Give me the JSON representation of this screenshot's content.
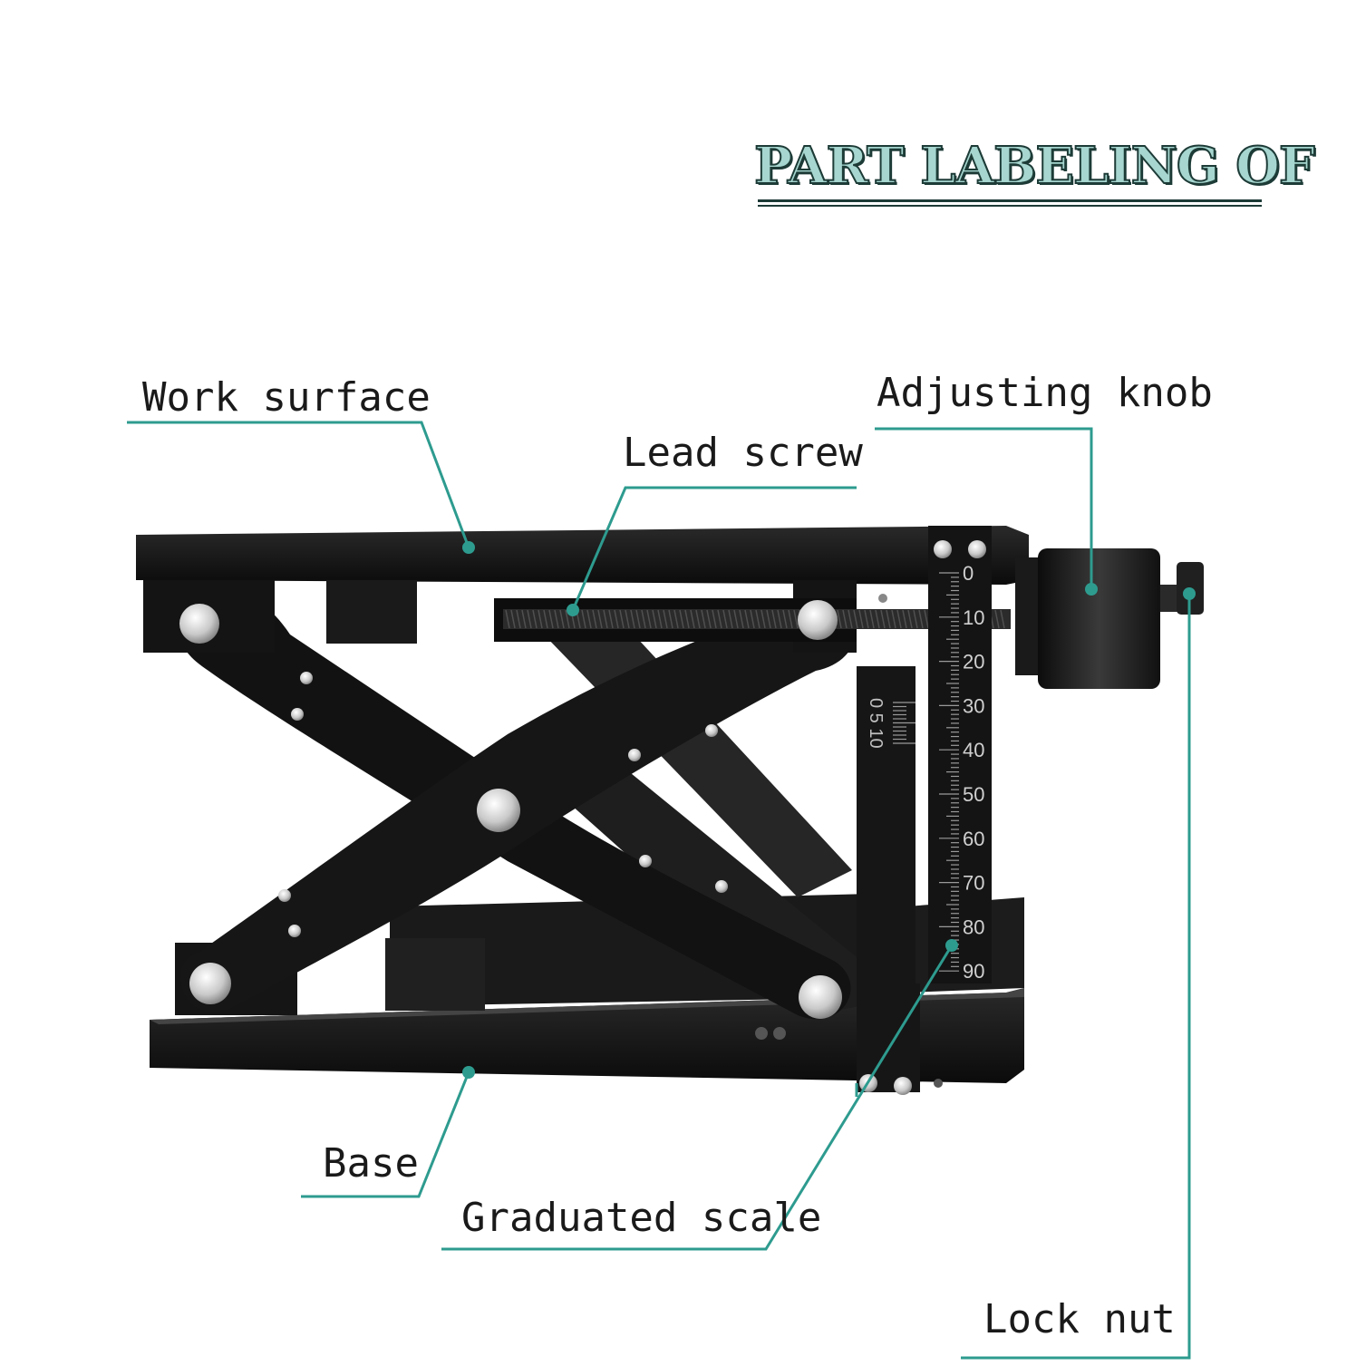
{
  "title": "PART LABELING OF",
  "colors": {
    "accent": "#2e9b8f",
    "metal": "#141414",
    "title_fill": "#a6d6cf",
    "title_outline": "#1d3b37"
  },
  "labels": {
    "work_surface": "Work surface",
    "lead_screw": "Lead screw",
    "adjusting_knob": "Adjusting knob",
    "base": "Base",
    "graduated_scale": "Graduated scale",
    "lock_nut": "Lock nut"
  },
  "scale": {
    "main_ticks": [
      "0",
      "10",
      "20",
      "30",
      "40",
      "50",
      "60",
      "70",
      "80",
      "90"
    ],
    "vernier_ticks": "0 5 10"
  }
}
